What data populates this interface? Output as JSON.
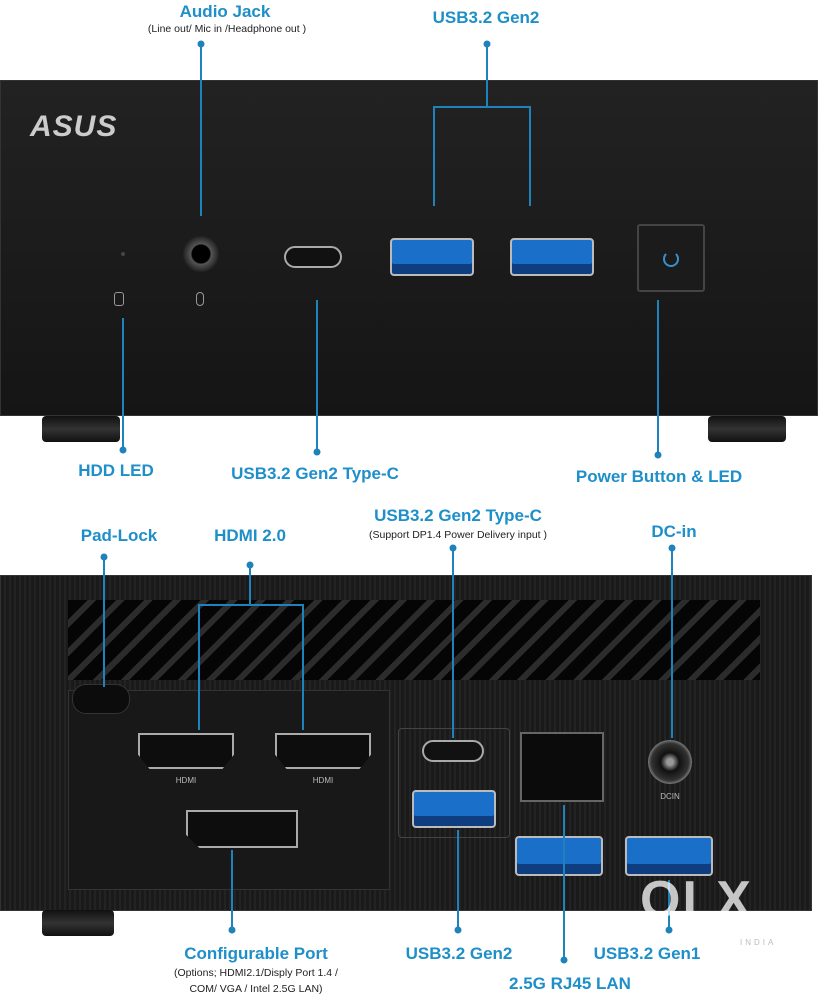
{
  "brand": "ASUS",
  "front": {
    "labels": {
      "audio_jack": "Audio Jack",
      "audio_jack_sub": "(Line out/ Mic in /Headphone out )",
      "usb_gen2": "USB3.2 Gen2",
      "hdd_led": "HDD LED",
      "usb_typec": "USB3.2 Gen2 Type-C",
      "power": "Power Button & LED"
    }
  },
  "back": {
    "labels": {
      "padlock": "Pad-Lock",
      "hdmi": "HDMI 2.0",
      "typec": "USB3.2 Gen2 Type-C",
      "typec_sub": "(Support DP1.4 Power Delivery input )",
      "dcin": "DC-in",
      "configurable": "Configurable Port",
      "configurable_sub1": "(Options; HDMI2.1/Disply Port 1.4 /",
      "configurable_sub2": "COM/ VGA / Intel 2.5G LAN)",
      "usb_gen2": "USB3.2 Gen2",
      "lan": "2.5G RJ45 LAN",
      "usb_gen1": "USB3.2 Gen1"
    },
    "silk": {
      "hdmi": "HDMI",
      "dcin": "DCIN"
    }
  },
  "watermark": {
    "text": "OLX",
    "sub": "INDIA"
  },
  "colors": {
    "label": "#1e8fc8",
    "line": "#1f82bb",
    "device": "#1a1a1a",
    "usb_blue": "#1a6fc9"
  }
}
